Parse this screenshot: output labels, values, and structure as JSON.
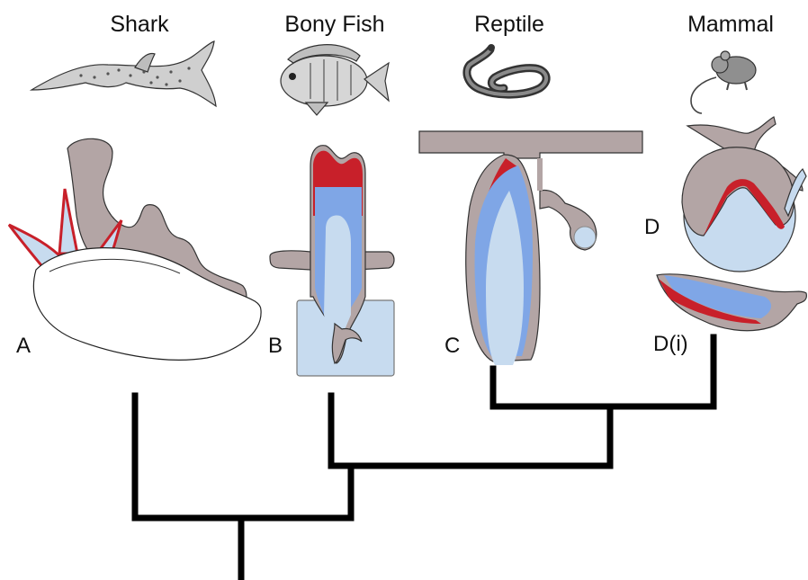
{
  "taxa": [
    {
      "name": "Shark",
      "panel": "A"
    },
    {
      "name": "Bony Fish",
      "panel": "B"
    },
    {
      "name": "Reptile",
      "panel": "C"
    },
    {
      "name": "Mammal",
      "panel": "D",
      "panel_extra": "D(i)"
    }
  ],
  "colors": {
    "enamel": "#c8202a",
    "dentine": "#7fa6e6",
    "pulp": "#c7dbef",
    "epithelium": "#b3a5a5",
    "tree": "#000000"
  },
  "icons": {
    "shark": "shark-illustration",
    "fish": "bony-fish-illustration",
    "reptile": "snake-illustration",
    "mammal": "mouse-illustration"
  }
}
